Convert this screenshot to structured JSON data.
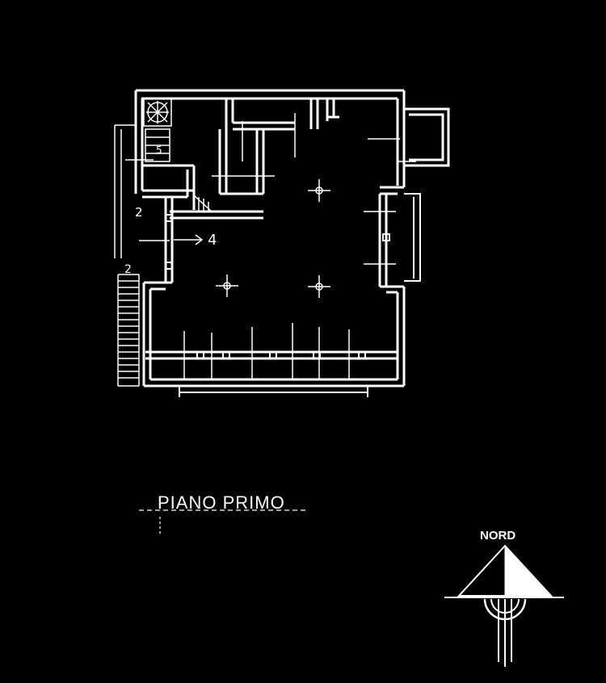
{
  "drawing": {
    "title": "PIANO PRIMO",
    "north_label": "NORD",
    "room_labels": {
      "stair_left_upper": "2",
      "stair_left_lower": "2",
      "arrow_target": "4",
      "small_room": "5"
    }
  },
  "colors": {
    "background": "#000000",
    "ink": "#ffffff"
  }
}
